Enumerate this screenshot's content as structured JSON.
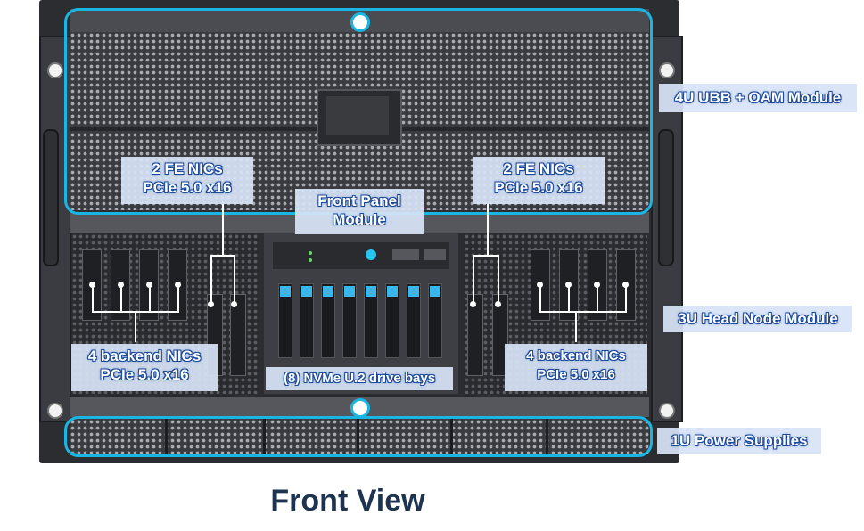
{
  "title": "Front View",
  "labels": {
    "ubb_oam": "4U UBB + OAM Module",
    "head_node": "3U Head Node Module",
    "power_supplies": "1U Power Supplies",
    "front_panel": {
      "line1": "Front Panel",
      "line2": "Module"
    },
    "fe_nics_left": {
      "line1": "2 FE NICs",
      "line2": "PCIe 5.0 x16"
    },
    "fe_nics_right": {
      "line1": "2 FE NICs",
      "line2": "PCIe 5.0 x16"
    },
    "backend_left": {
      "line1": "4 backend NICs",
      "line2": "PCIe 5.0 x16"
    },
    "backend_right": {
      "line1": "4 backend NICs",
      "line2": "PCIe 5.0 x16"
    },
    "drive_bays": "(8) NVMe U.2 drive bays"
  },
  "colors": {
    "accent_outline": "#19b6e3",
    "label_text_outline": "#1c4a9a",
    "title": "#1e3350"
  },
  "icons": [
    "mounting-ear-hole-icon",
    "thumbscrew-icon",
    "chassis-handle-icon"
  ]
}
